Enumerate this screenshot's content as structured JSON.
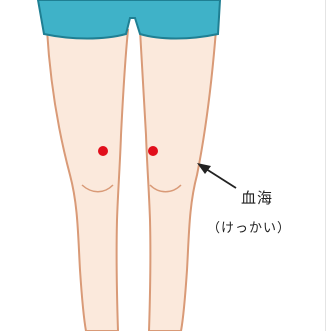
{
  "figure": {
    "point_name": "血海",
    "point_reading": "（けっかい）",
    "colors": {
      "shorts": "#3fb2c8",
      "shorts_outline": "#1f7f93",
      "skin": "#fbe9dc",
      "skin_outline": "#d99a77",
      "point": "#e10f1c",
      "arrow": "#222222"
    },
    "points": [
      {
        "side": "right-leg",
        "icon": "acupoint-dot"
      },
      {
        "side": "left-leg",
        "icon": "acupoint-dot"
      }
    ]
  }
}
